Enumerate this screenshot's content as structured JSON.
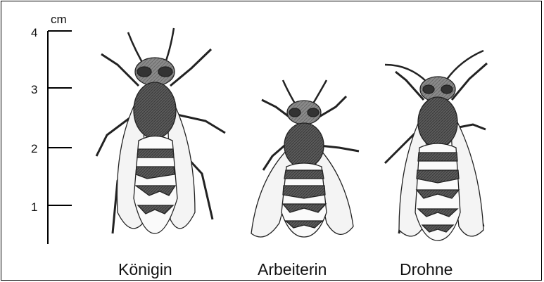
{
  "scale": {
    "unit": "cm",
    "ticks": [
      "4",
      "3",
      "2",
      "1"
    ]
  },
  "wasps": [
    {
      "label": "Königin"
    },
    {
      "label": "Arbeiterin"
    },
    {
      "label": "Drohne"
    }
  ]
}
